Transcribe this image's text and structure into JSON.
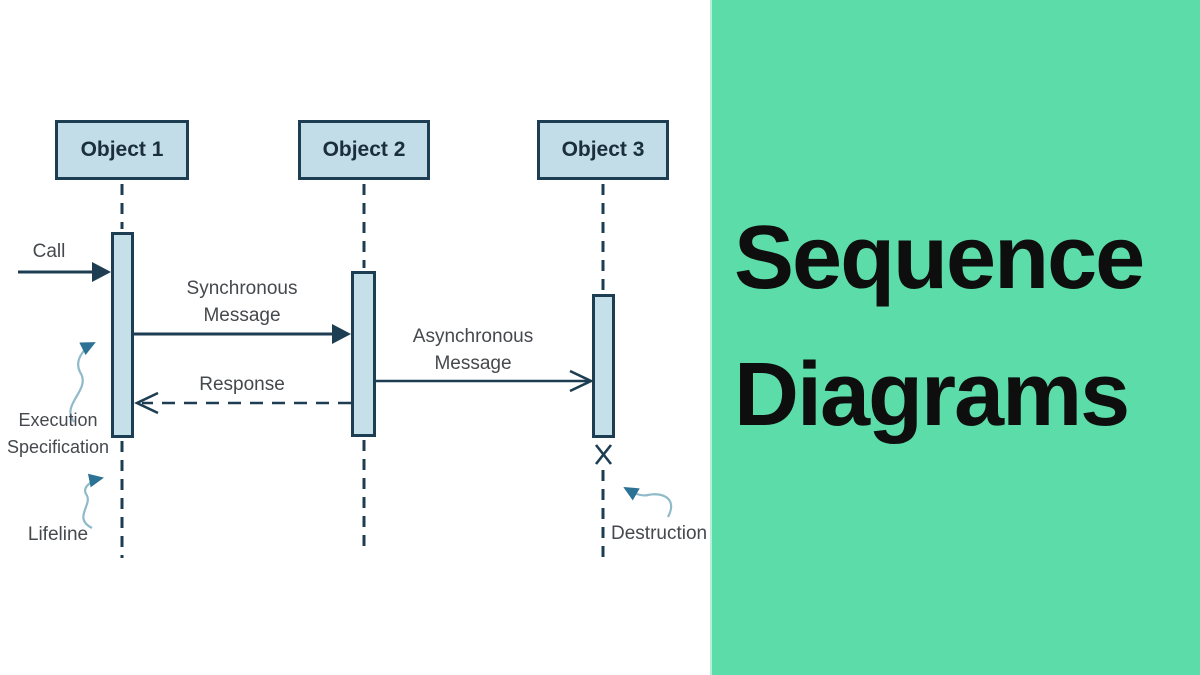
{
  "panel": {
    "title_line1": "Sequence",
    "title_line2": "Diagrams"
  },
  "diagram": {
    "objects": [
      {
        "label": "Object 1"
      },
      {
        "label": "Object 2"
      },
      {
        "label": "Object 3"
      }
    ],
    "messages": {
      "call": "Call",
      "sync_line1": "Synchronous",
      "sync_line2": "Message",
      "response": "Response",
      "async_line1": "Asynchronous",
      "async_line2": "Message"
    },
    "annotations": {
      "execution_line1": "Execution",
      "execution_line2": "Specification",
      "lifeline": "Lifeline",
      "destruction": "Destruction"
    }
  },
  "colors": {
    "panel_bg": "#5bdca8",
    "title_text": "#0e0e0e",
    "box_fill": "#c2dde7",
    "box_border": "#1d3e52",
    "diagram_line": "#1d3e52",
    "label_text": "#45494d",
    "annotation_curve": "#8fbac9",
    "annotation_arrowhead": "#2b7294",
    "canvas_bg": "#ffffff"
  }
}
